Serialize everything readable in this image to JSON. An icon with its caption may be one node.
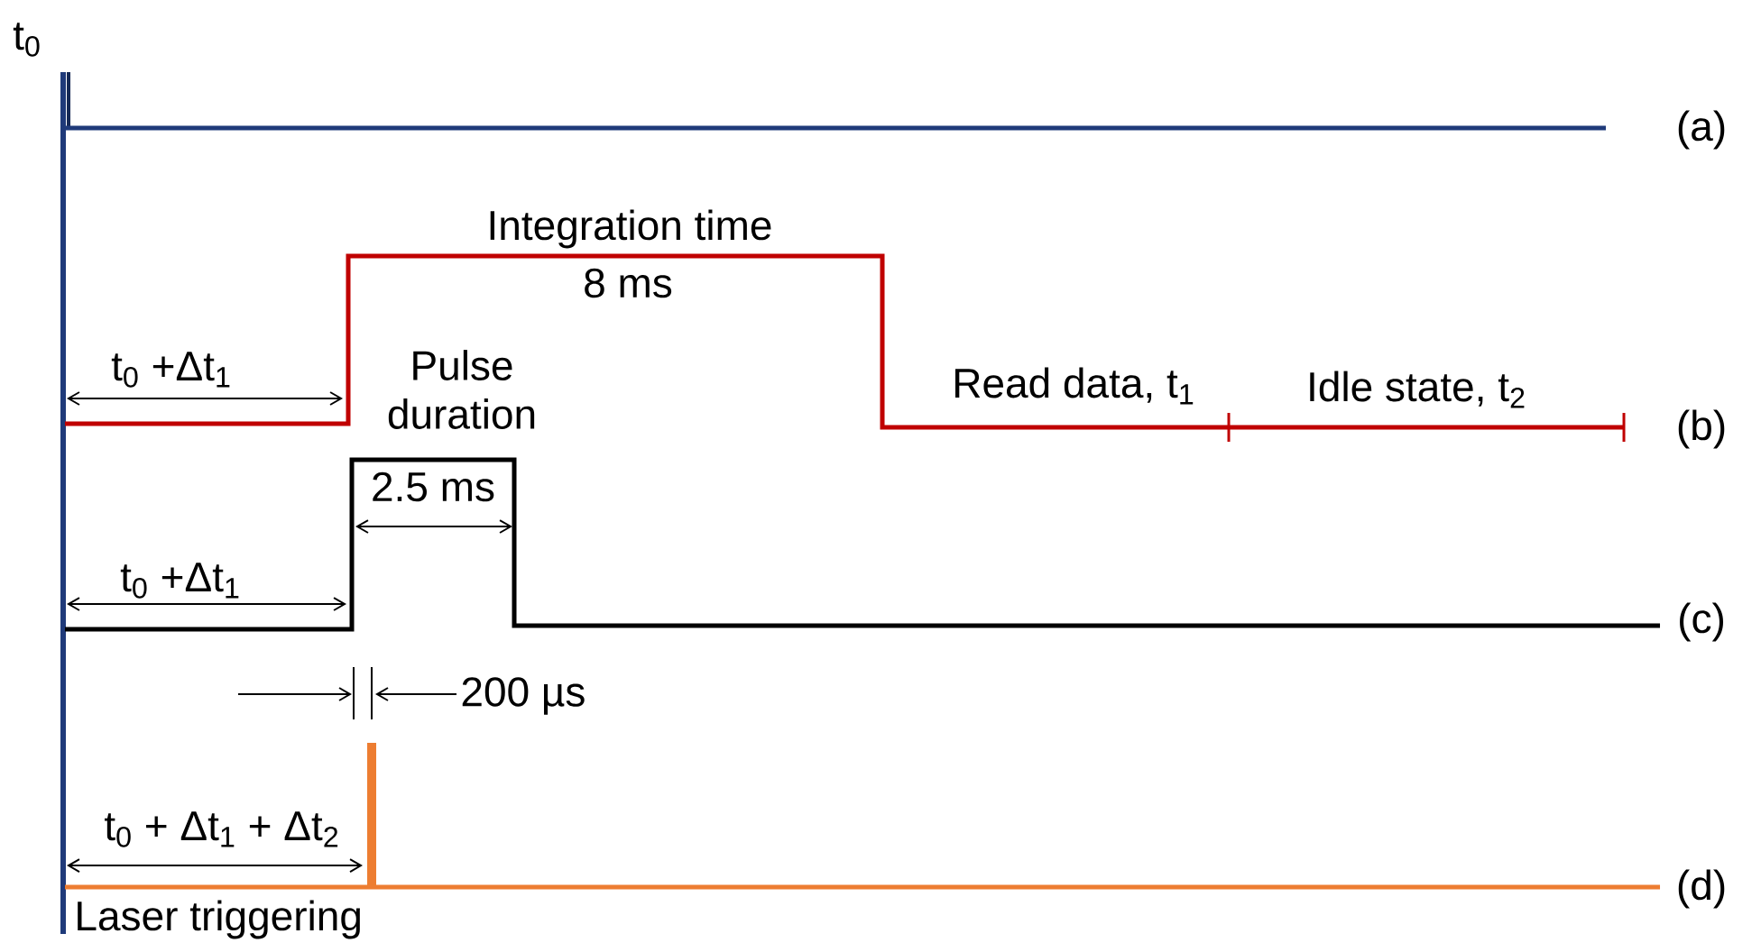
{
  "diagram": {
    "labels": [
      "t$_{0}$",
      "(a)",
      "Integration time",
      "8 ms",
      "t$_{0}$ +Δt$_{1}$",
      "Pulse duration",
      "Read data, t$_{1}$",
      "Idle state, t$_{2}$",
      "(b)",
      "2.5 ms",
      "t$_{0}$ +Δt$_{1}$",
      "(c)",
      "200 µs",
      "t$_{0}$ + Δt$_{1}$ + Δt$_{2}$",
      "(d)",
      "Laser triggering"
    ]
  }
}
